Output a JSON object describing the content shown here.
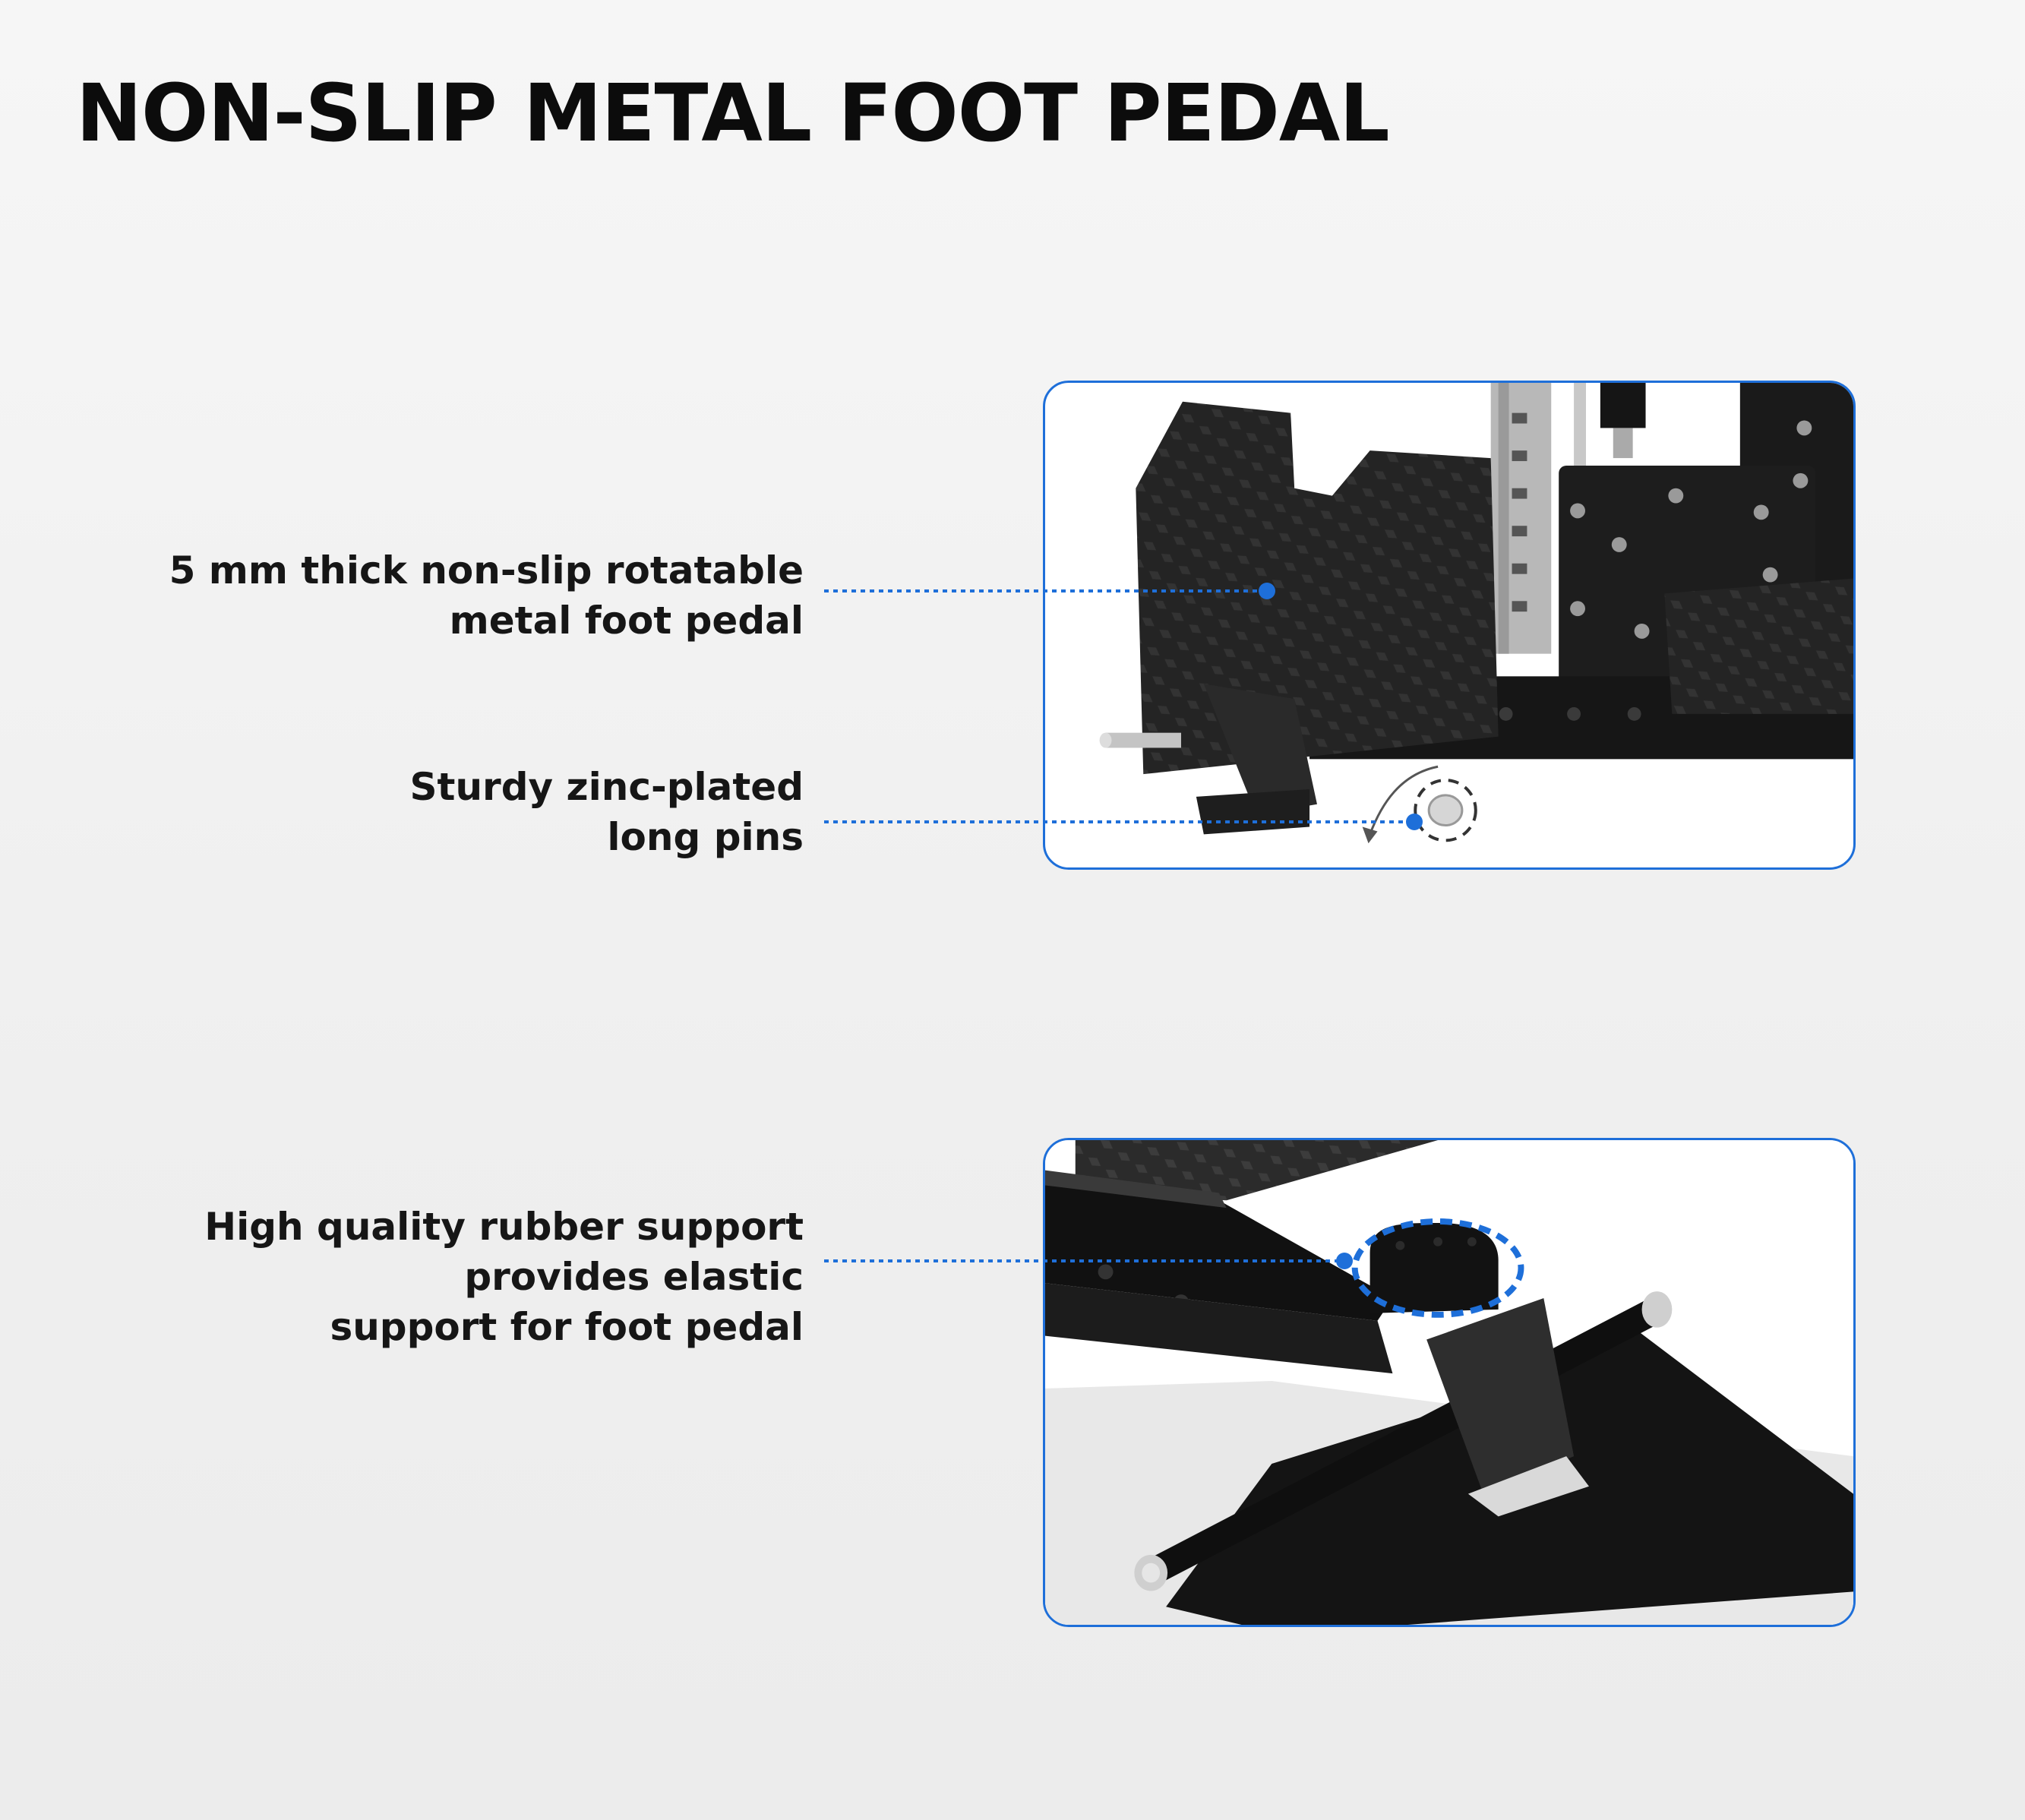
{
  "title": "NON-SLIP METAL FOOT PEDAL",
  "callouts": [
    {
      "lines": [
        "5 mm thick non-slip rotatable",
        "metal foot pedal"
      ]
    },
    {
      "lines": [
        "Sturdy zinc-plated",
        "long pins"
      ]
    },
    {
      "lines": [
        "High quality rubber support",
        "provides elastic",
        "support for foot pedal"
      ]
    }
  ],
  "colors": {
    "accent": "#1e6fd9",
    "text": "#161616",
    "background": "#f2f2f2"
  }
}
